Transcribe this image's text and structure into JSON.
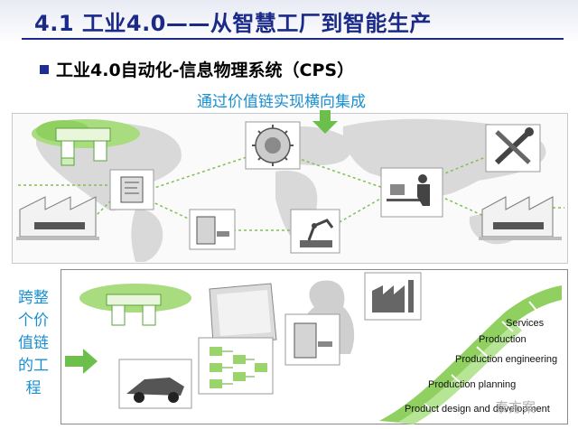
{
  "slide": {
    "title": "4.1 工业4.0——从智慧工厂到智能生产",
    "bullet": "工业4.0自动化-信息物理系统（CPS）"
  },
  "top_panel": {
    "label": "通过价值链实现横向集成"
  },
  "bottom_panel": {
    "side_label_lines": [
      "跨整",
      "个价",
      "值链",
      "的工",
      "程"
    ],
    "ladder_steps": [
      "Services",
      "Production",
      "Production engineering",
      "Production planning",
      "Product design and development"
    ]
  },
  "watermark": "泰方案",
  "colors": {
    "title": "#1b2a88",
    "accent_cyan": "#1a8fd0",
    "green": "#6bbf4a",
    "light_green": "#a8dc7f",
    "map_gray": "#d6d6d6"
  },
  "icons": [
    "factory-icon",
    "cloud-with-machine-icon",
    "milling-cutter-icon",
    "tools-icon",
    "document-icon",
    "machine-station-icon",
    "robot-arm-icon",
    "engineer-at-desk-icon",
    "race-car-icon",
    "block-diagram-icon",
    "monitor-icon",
    "arrow-right-icon",
    "arrow-down-icon"
  ]
}
